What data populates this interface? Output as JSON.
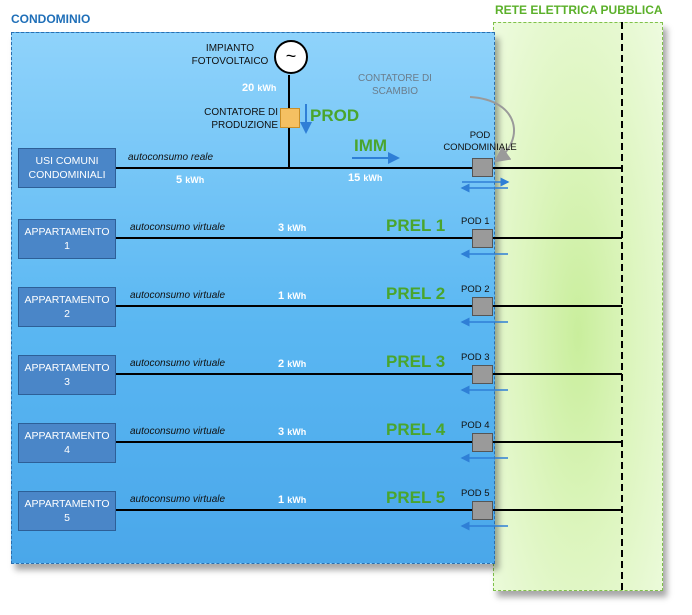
{
  "titles": {
    "condominio": "CONDOMINIO",
    "rete": "RETE ELETTRICA PUBBLICA"
  },
  "impianto": {
    "line1": "IMPIANTO",
    "line2": "FOTOVOLTAICO",
    "symbol": "~"
  },
  "produzione": {
    "kwh": "20",
    "unit": "kWh",
    "contatore_line1": "CONTATORE DI",
    "contatore_line2": "PRODUZIONE",
    "prod": "PROD"
  },
  "scambio": {
    "line1": "CONTATORE DI",
    "line2": "SCAMBIO"
  },
  "usi_comuni": {
    "label_line1": "USI COMUNI",
    "label_line2": "CONDOMINIALI",
    "line_label": "autoconsumo reale",
    "kwh": "5",
    "unit": "kWh",
    "imm": "IMM",
    "imm_kwh": "15",
    "imm_unit": "kWh",
    "pod_line1": "POD",
    "pod_line2": "CONDOMINIALE"
  },
  "apartments": [
    {
      "label": "APPARTAMENTO",
      "num": "1",
      "line_label": "autoconsumo virtuale",
      "kwh": "3",
      "unit": "kWh",
      "prel": "PREL 1",
      "pod": "POD 1"
    },
    {
      "label": "APPARTAMENTO",
      "num": "2",
      "line_label": "autoconsumo virtuale",
      "kwh": "1",
      "unit": "kWh",
      "prel": "PREL 2",
      "pod": "POD 2"
    },
    {
      "label": "APPARTAMENTO",
      "num": "3",
      "line_label": "autoconsumo virtuale",
      "kwh": "2",
      "unit": "kWh",
      "prel": "PREL 3",
      "pod": "POD 3"
    },
    {
      "label": "APPARTAMENTO",
      "num": "4",
      "line_label": "autoconsumo virtuale",
      "kwh": "3",
      "unit": "kWh",
      "prel": "PREL 4",
      "pod": "POD 4"
    },
    {
      "label": "APPARTAMENTO",
      "num": "5",
      "line_label": "autoconsumo virtuale",
      "kwh": "1",
      "unit": "kWh",
      "prel": "PREL 5",
      "pod": "POD 5"
    }
  ],
  "colors": {
    "blue_box": "#4a86c8",
    "green_text": "#4aa52d",
    "meter_orange": "#f5c062",
    "arrow_blue": "#2f7fd6"
  }
}
